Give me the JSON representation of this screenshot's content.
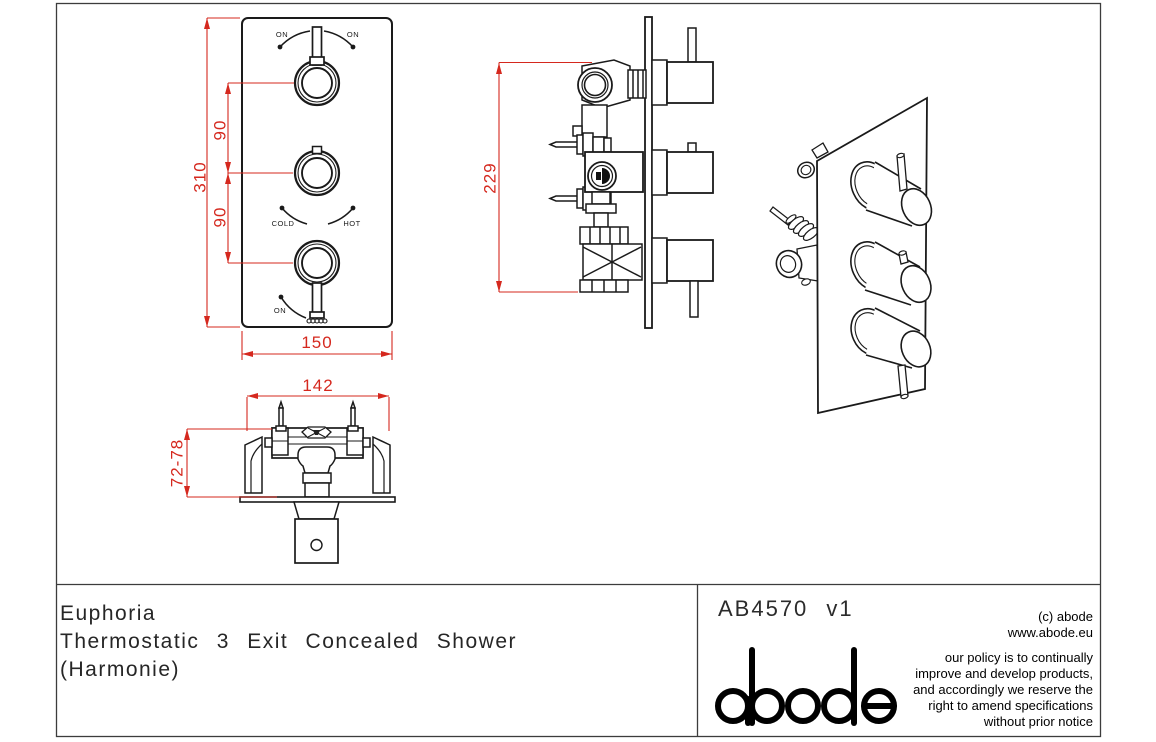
{
  "drawing": {
    "front_view": {
      "labels": {
        "on_left": "ON",
        "on_right": "ON",
        "cold": "COLD",
        "hot": "HOT",
        "on_bottom": "ON"
      },
      "dims": {
        "height": "310",
        "spacing_top": "90",
        "spacing_bottom": "90",
        "width": "150"
      }
    },
    "side_view": {
      "dims": {
        "depth": "229"
      }
    },
    "bottom_view": {
      "dims": {
        "width": "142",
        "depth_range": "72-78"
      }
    }
  },
  "title_block": {
    "product_line1": "Euphoria",
    "product_line2": "Thermostatic 3 Exit Concealed Shower",
    "product_line3": "(Harmonie)",
    "code": "AB4570 v1",
    "logo_text": "abode",
    "copyright_line1": "(c) abode",
    "copyright_line2": "www.abode.eu",
    "policy_lines": [
      "our policy is to continually",
      "improve and develop products,",
      "and accordingly we reserve the",
      "right to amend specifications",
      "without prior notice"
    ]
  },
  "colors": {
    "dimension": "#d5281e",
    "line": "#1a1a1a"
  }
}
